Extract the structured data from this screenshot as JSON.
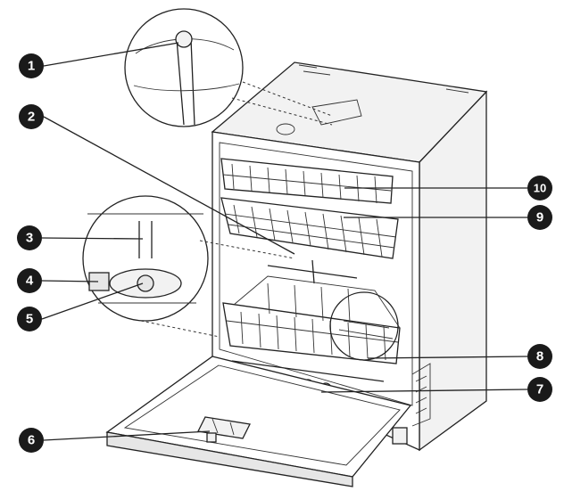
{
  "callouts": [
    {
      "id": 1,
      "label": "1"
    },
    {
      "id": 2,
      "label": "2"
    },
    {
      "id": 3,
      "label": "3"
    },
    {
      "id": 4,
      "label": "4"
    },
    {
      "id": 5,
      "label": "5"
    },
    {
      "id": 6,
      "label": "6"
    },
    {
      "id": 7,
      "label": "7"
    },
    {
      "id": 8,
      "label": "8"
    },
    {
      "id": 9,
      "label": "9"
    },
    {
      "id": 10,
      "label": "10"
    }
  ]
}
